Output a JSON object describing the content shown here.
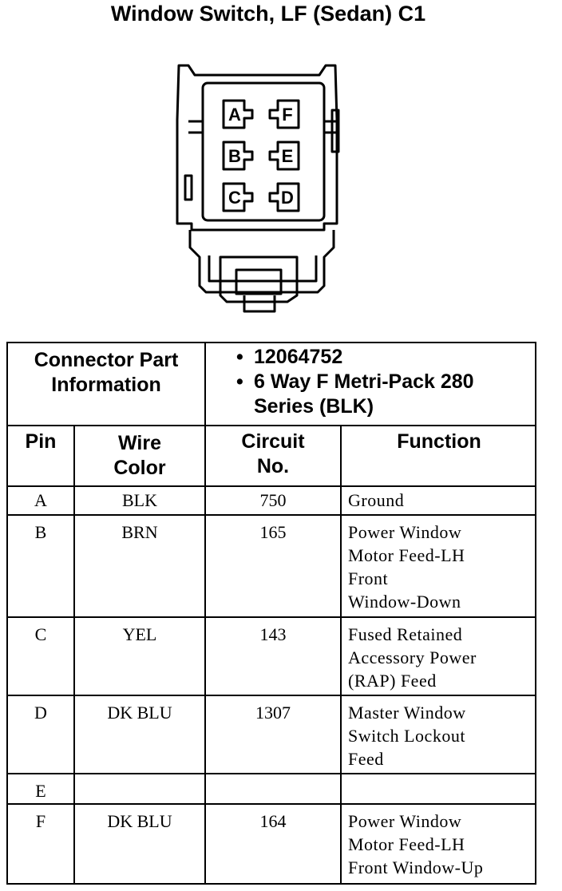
{
  "title": "Window Switch, LF (Sedan) C1",
  "connector": {
    "pins": [
      "A",
      "F",
      "B",
      "E",
      "C",
      "D"
    ]
  },
  "part_info": {
    "label_line1": "Connector Part",
    "label_line2": "Information",
    "part_number": "12064752",
    "description_line1": "6 Way F Metri-Pack 280",
    "description_line2": "Series (BLK)"
  },
  "headers": {
    "pin": "Pin",
    "wire_line1": "Wire",
    "wire_line2": "Color",
    "circuit_line1": "Circuit",
    "circuit_line2": "No.",
    "function": "Function"
  },
  "rows": [
    {
      "pin": "A",
      "color": "BLK",
      "circuit": "750",
      "function": [
        "Ground"
      ]
    },
    {
      "pin": "B",
      "color": "BRN",
      "circuit": "165",
      "function": [
        "Power Window",
        "Motor Feed-LH",
        "Front",
        "Window-Down"
      ]
    },
    {
      "pin": "C",
      "color": "YEL",
      "circuit": "143",
      "function": [
        "Fused Retained",
        "Accessory Power",
        "(RAP) Feed"
      ]
    },
    {
      "pin": "D",
      "color": "DK BLU",
      "circuit": "1307",
      "function": [
        "Master Window",
        "Switch Lockout",
        "Feed"
      ]
    },
    {
      "pin": "E",
      "color": "",
      "circuit": "",
      "function": []
    },
    {
      "pin": "F",
      "color": "DK BLU",
      "circuit": "164",
      "function": [
        "Power Window",
        "Motor Feed-LH",
        "Front Window-Up"
      ]
    }
  ]
}
